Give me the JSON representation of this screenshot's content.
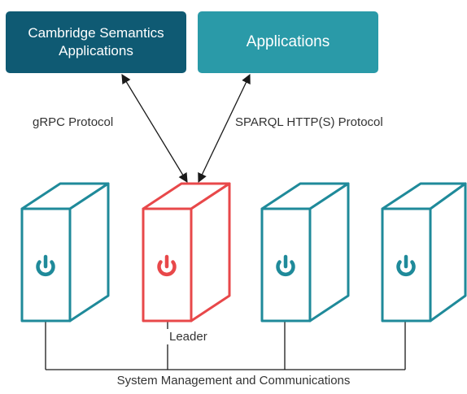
{
  "boxes": {
    "cambridge_line1": "Cambridge Semantics",
    "cambridge_line2": "Applications",
    "applications": "Applications"
  },
  "labels": {
    "grpc": "gRPC Protocol",
    "sparql": "SPARQL HTTP(S) Protocol",
    "leader": "Leader",
    "system": "System Management and Communications"
  },
  "servers": [
    {
      "role": "node",
      "color": "#1f8a9a"
    },
    {
      "role": "leader",
      "color": "#e8484a"
    },
    {
      "role": "node",
      "color": "#1f8a9a"
    },
    {
      "role": "node",
      "color": "#1f8a9a"
    }
  ],
  "colors": {
    "cambridge_box": "#0f5a73",
    "applications_box": "#2a9aa8",
    "node": "#1f8a9a",
    "leader": "#e8484a"
  },
  "icons": {
    "server_power": "power-icon"
  }
}
